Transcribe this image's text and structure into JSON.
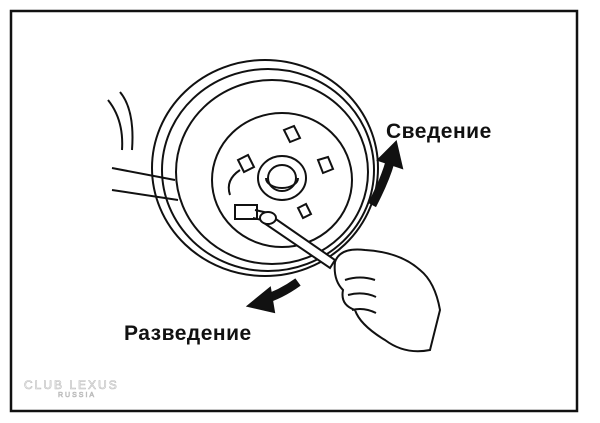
{
  "labels": {
    "toe_in": "Сведение",
    "toe_out": "Разведение"
  },
  "watermark": {
    "line1": "CLUB LEXUS",
    "line2": "RUSSIA"
  },
  "colors": {
    "ink": "#111111",
    "background": "#ffffff"
  }
}
